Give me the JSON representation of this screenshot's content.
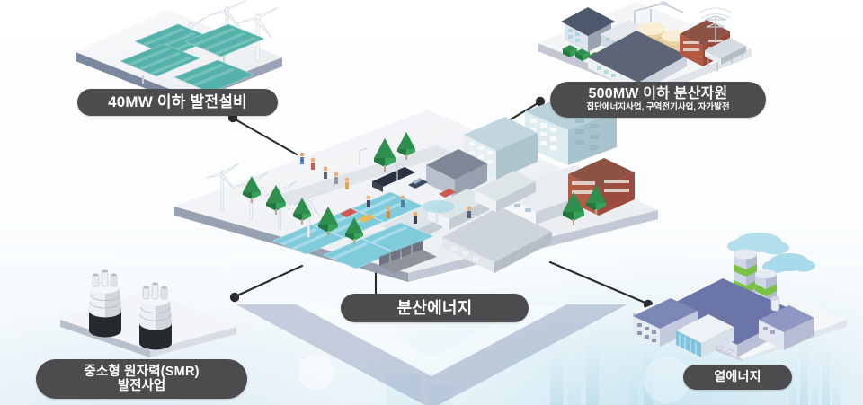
{
  "meta": {
    "title": "분산에너지 개념도",
    "language": "ko"
  },
  "theme": {
    "pill_bg": "#4c4c4f",
    "pill_text": "#ffffff",
    "connector": "#2b2b2d",
    "platform_top": "#f2f3f5",
    "platform_side": "#8b95ad",
    "solar_panel": "#4fb3ab",
    "solar_panel_city": "#8fd4e0",
    "tree_green": "#2f8f4e",
    "stack_green": "#7ac143",
    "steam_blue": "#9fd8ea",
    "brick_red": "#b35a44",
    "roof_navy": "#565f73",
    "building_blue": "#6d77a8",
    "background": "#ffffff"
  },
  "nodes": {
    "center": {
      "id": "distributed-energy",
      "label": "분산에너지",
      "sublabel": "",
      "scene": "city-platform"
    },
    "solar": {
      "id": "generation-facility-40mw",
      "label": "40MW 이하 발전설비",
      "sublabel": "",
      "scene": "solar-and-wind-platform"
    },
    "distributed": {
      "id": "distributed-resource-500mw",
      "label": "500MW 이하 분산자원",
      "sublabel": "집단에너지사업, 구역전기사업, 자가발전",
      "scene": "industrial-complex-platform"
    },
    "smr": {
      "id": "small-modular-reactor",
      "label": "중소형 원자력(SMR)",
      "sublabel": "발전사업",
      "scene": "smr-reactor-platform"
    },
    "heat": {
      "id": "thermal-energy",
      "label": "열에너지",
      "sublabel": "",
      "scene": "heat-plant-platform"
    }
  },
  "connectors": [
    {
      "from": "solar",
      "to": "center",
      "name": "connector-solar-to-center"
    },
    {
      "from": "distributed",
      "to": "center",
      "name": "connector-distributed-to-center"
    },
    {
      "from": "center",
      "to": "label",
      "name": "connector-center-to-label"
    },
    {
      "from": "smr",
      "to": "center",
      "name": "connector-smr-to-center"
    },
    {
      "from": "heat",
      "to": "center",
      "name": "connector-heat-to-center"
    }
  ],
  "scene_elements": {
    "solar_platform": [
      "solar-panel-array",
      "wind-turbine",
      "wind-turbine",
      "wind-turbine"
    ],
    "industrial_platform": [
      "office-building",
      "factory-hall",
      "storage-tank",
      "storage-tank",
      "transmission-tower",
      "brick-plant",
      "hedge-row"
    ],
    "city_platform": [
      "apartment-tower",
      "office-block",
      "tree-cluster",
      "wind-turbine-row",
      "solar-panel-field",
      "road",
      "car",
      "pedestrian",
      "warehouse",
      "brick-building",
      "pond"
    ],
    "smr_platform": [
      "smr-reactor-unit",
      "smr-reactor-unit"
    ],
    "heat_platform": [
      "power-plant-hall",
      "smokestack",
      "smokestack",
      "steam-cloud",
      "steam-cloud",
      "cooling-unit",
      "control-building"
    ]
  }
}
